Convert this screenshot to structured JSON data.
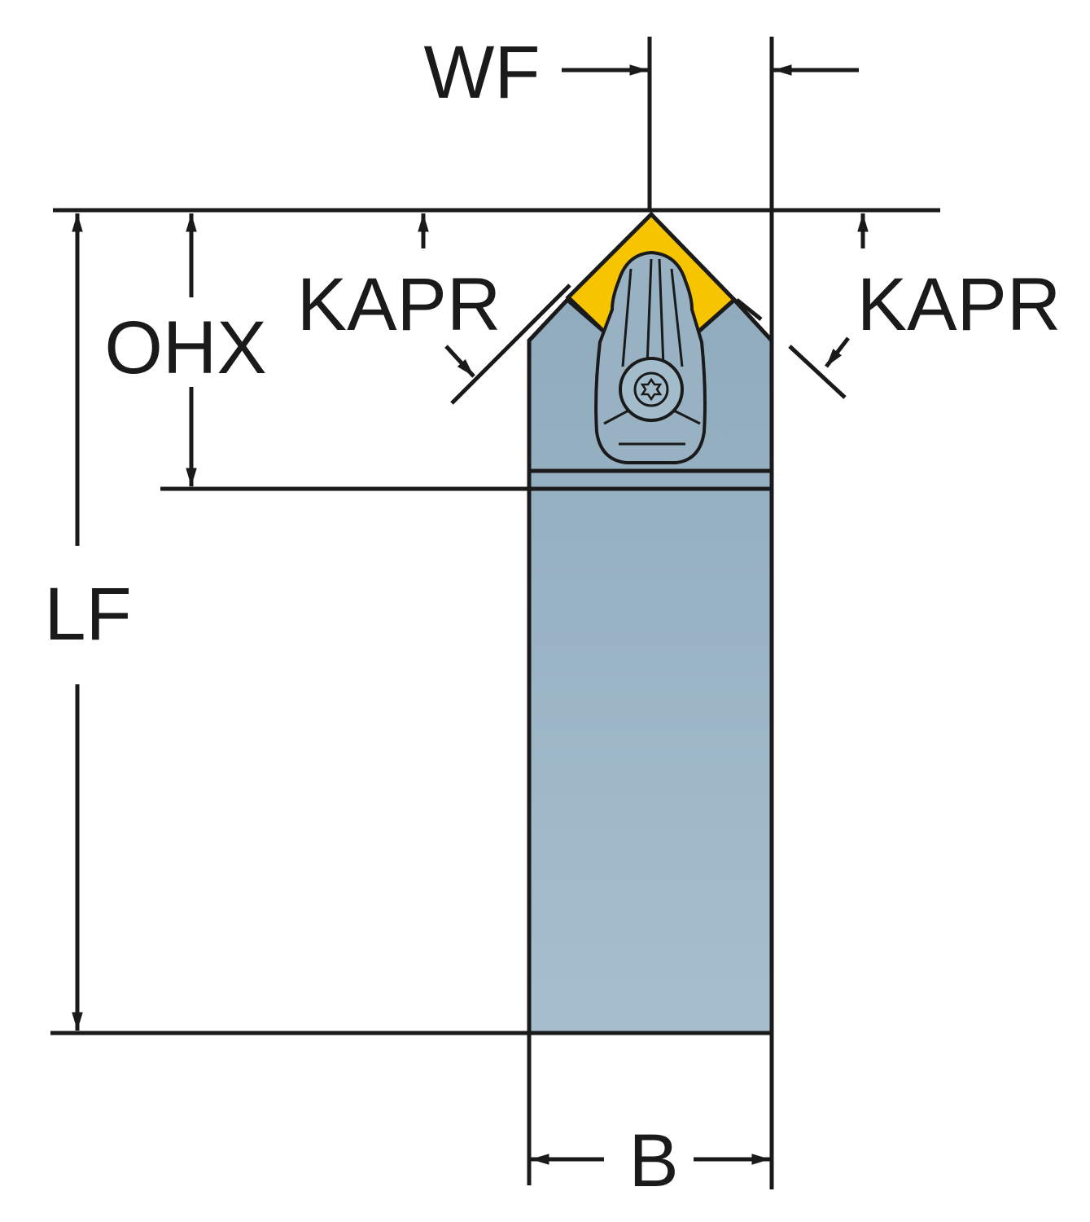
{
  "labels": {
    "wf": "WF",
    "kapr_left": "KAPR",
    "kapr_right": "KAPR",
    "ohx": "OHX",
    "lf": "LF",
    "b": "B"
  },
  "colors": {
    "holder": "#8fabbd",
    "holder_light": "#a3bccb",
    "insert": "#f6c500",
    "line": "#1a1a1a"
  }
}
